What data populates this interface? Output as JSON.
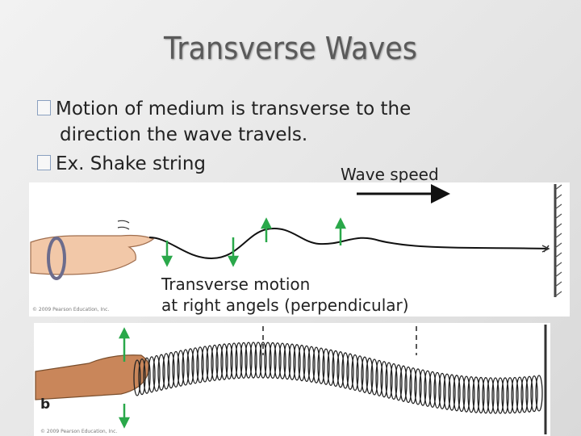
{
  "slide": {
    "title": "Transverse Waves",
    "bullet1_line1": "Motion of medium is transverse to the",
    "bullet1_line2": "direction the wave travels.",
    "bullet2": "Ex. Shake string",
    "wave_speed_label": "Wave speed",
    "caption_line1": "Transverse motion",
    "caption_line2": "at right angels (perpendicular)",
    "copyright_top": "© 2009 Pearson Education, Inc.",
    "copyright_bottom": "© 2009 Pearson Education, Inc.",
    "figure_b_label": "b"
  },
  "colors": {
    "arrow_green": "#2aa84a",
    "title_gray": "#5a5a5a"
  }
}
